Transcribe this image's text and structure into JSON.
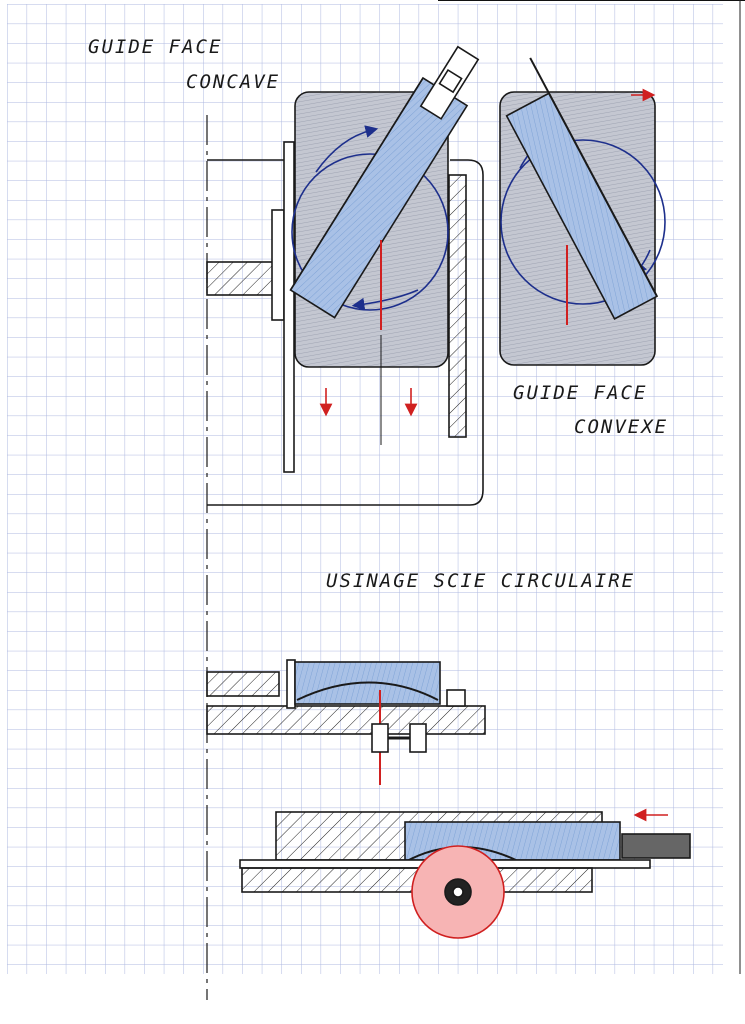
{
  "labels": {
    "guide_face_concave_1": "GUIDE FACE",
    "guide_face_concave_2": "CONCAVE",
    "guide_face_convexe_1": "GUIDE FACE",
    "guide_face_convexe_2": "CONVEXE",
    "usinage": "USINAGE SCIE CIRCULAIRE"
  },
  "colors": {
    "grid": "#aeb8e0",
    "ink": "#1a1a1a",
    "block_grey": "#b8bcc8",
    "wood_blue": "#7fa3d6",
    "arrow_navy": "#1d2f8c",
    "red": "#d02020",
    "saw_pink": "#f08080"
  }
}
